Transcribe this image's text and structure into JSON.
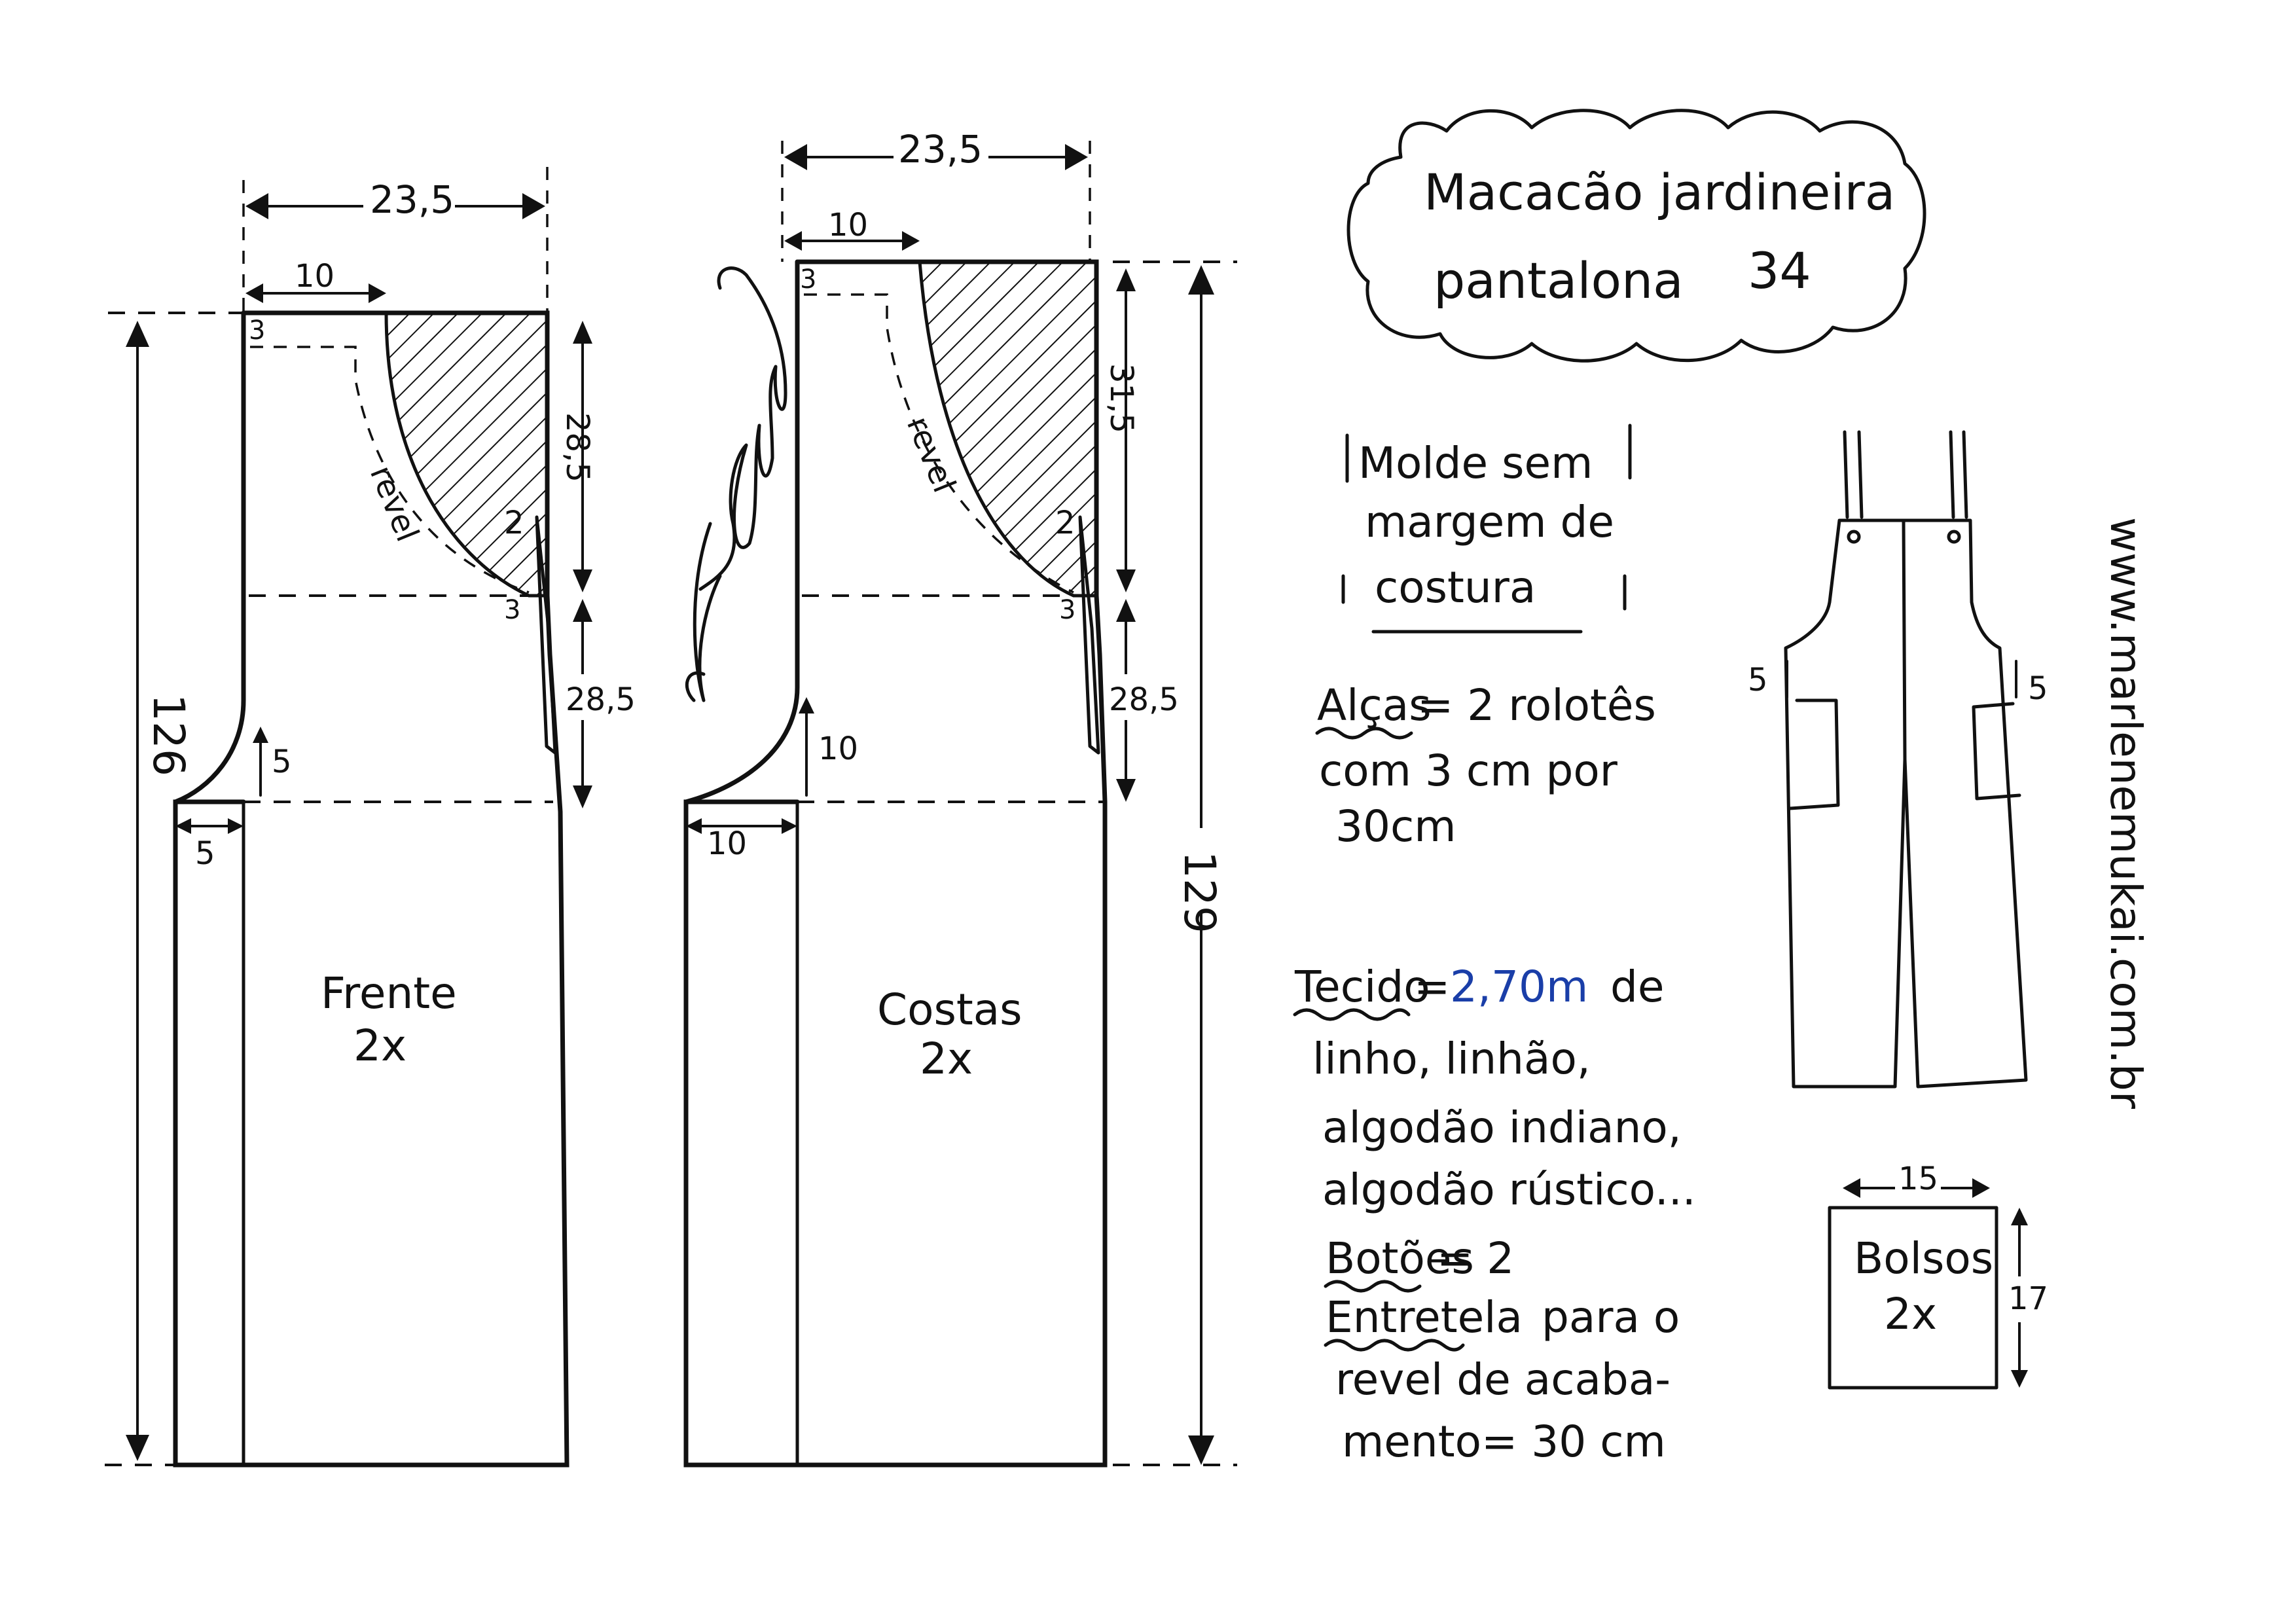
{
  "title": {
    "line1": "Macacão jardineira",
    "line2": "pantalona",
    "size": "34"
  },
  "front": {
    "name": "Frente",
    "qty": "2x",
    "width_top": "23,5",
    "bib_width": "10",
    "height": "126",
    "seam_upper": "28,5",
    "seam_lower": "28,5",
    "crotch_height": "5",
    "crotch_width": "5",
    "corner_top": "3",
    "corner_dart": "3",
    "dart": "2",
    "facing": "revel"
  },
  "back": {
    "name": "Costas",
    "qty": "2x",
    "width_top": "23,5",
    "bib_width": "10",
    "height": "129",
    "seam_upper": "31,5",
    "seam_lower": "28,5",
    "crotch_height": "10",
    "crotch_width": "10",
    "corner_top": "3",
    "corner_dart": "3",
    "dart": "2",
    "facing": "revel"
  },
  "notice": {
    "line1": "Molde sem",
    "line2": "margem de",
    "line3": "costura"
  },
  "straps": {
    "label": "Alças",
    "line1": "= 2 rolotês",
    "line2": "com 3 cm por",
    "line3": "30cm"
  },
  "fabric": {
    "label": "Tecido",
    "amount": "2,70m",
    "line1_rest": "de",
    "line2": "linho, linhão,",
    "line3": "algodão indiano,",
    "line4": "algodão rústico..."
  },
  "buttons": {
    "label": "Botões",
    "value": "= 2"
  },
  "interfacing": {
    "label": "Entretela",
    "line1_rest": "para o",
    "line2": "revel de acaba-",
    "line3": "mento= 30 cm"
  },
  "sketch": {
    "pocket_offset_left": "5",
    "pocket_offset_right": "5"
  },
  "pocket": {
    "name": "Bolsos",
    "qty": "2x",
    "width": "15",
    "height": "17"
  },
  "website": "www.marlenemukai.com.br",
  "colors": {
    "ink": "#111111",
    "blue_ink": "#1a3ea8",
    "paper": "#ffffff"
  }
}
